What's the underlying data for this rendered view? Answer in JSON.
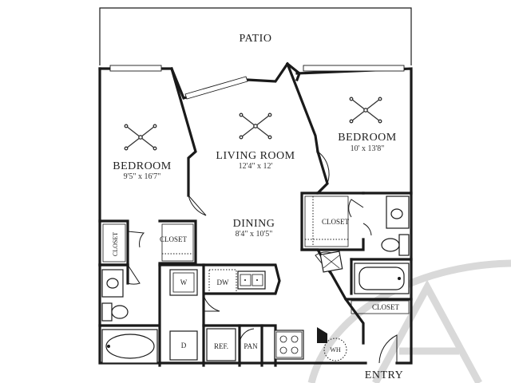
{
  "rooms": {
    "patio": "PATIO",
    "living_room": {
      "name": "LIVING ROOM",
      "dims": "12'4\" x 12'"
    },
    "bedroom_left": {
      "name": "BEDROOM",
      "dims": "9'5\" x 16'7\""
    },
    "bedroom_right": {
      "name": "BEDROOM",
      "dims": "10' x 13'8\""
    },
    "dining": {
      "name": "DINING",
      "dims": "8'4\" x 10'5\""
    },
    "entry": "ENTRY"
  },
  "closets": {
    "closet_vertical": "CLOSET",
    "closet_left": "CLOSET",
    "closet_right": "CLOSET",
    "closet_bath": "CLOSET"
  },
  "appliances": {
    "washer": "W",
    "dryer": "D",
    "dishwasher": "DW",
    "refrigerator": "REF.",
    "pantry": "PAN",
    "water_heater": "WH"
  }
}
